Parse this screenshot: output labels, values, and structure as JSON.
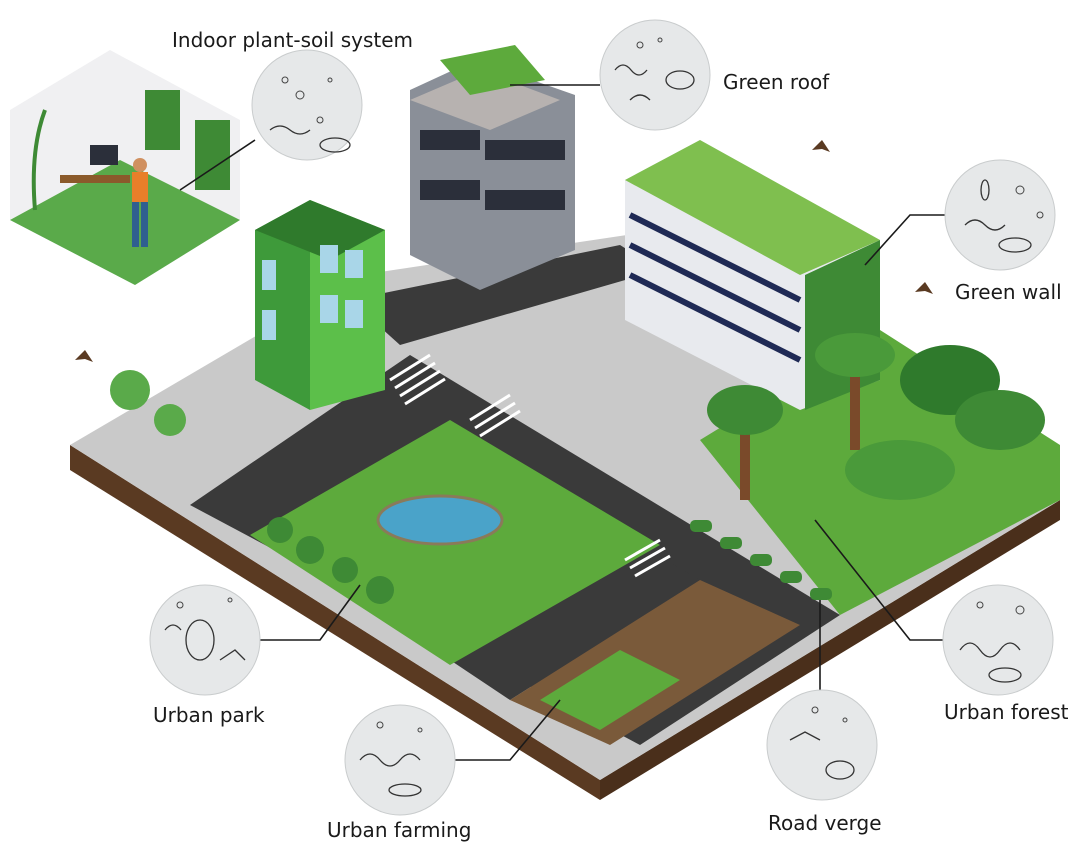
{
  "labels": {
    "indoor": "Indoor plant-soil system",
    "green_roof": "Green roof",
    "green_wall": "Green wall",
    "urban_park": "Urban park",
    "urban_farming": "Urban farming",
    "road_verge": "Road verge",
    "urban_forest": "Urban forest"
  },
  "colors": {
    "grass": "#5daa3c",
    "road": "#3a3a3a",
    "soil": "#5a3a22",
    "sidewalk": "#c9c9c9",
    "building_green": "#3e9a3a",
    "bubble": "#e6e8e9"
  }
}
